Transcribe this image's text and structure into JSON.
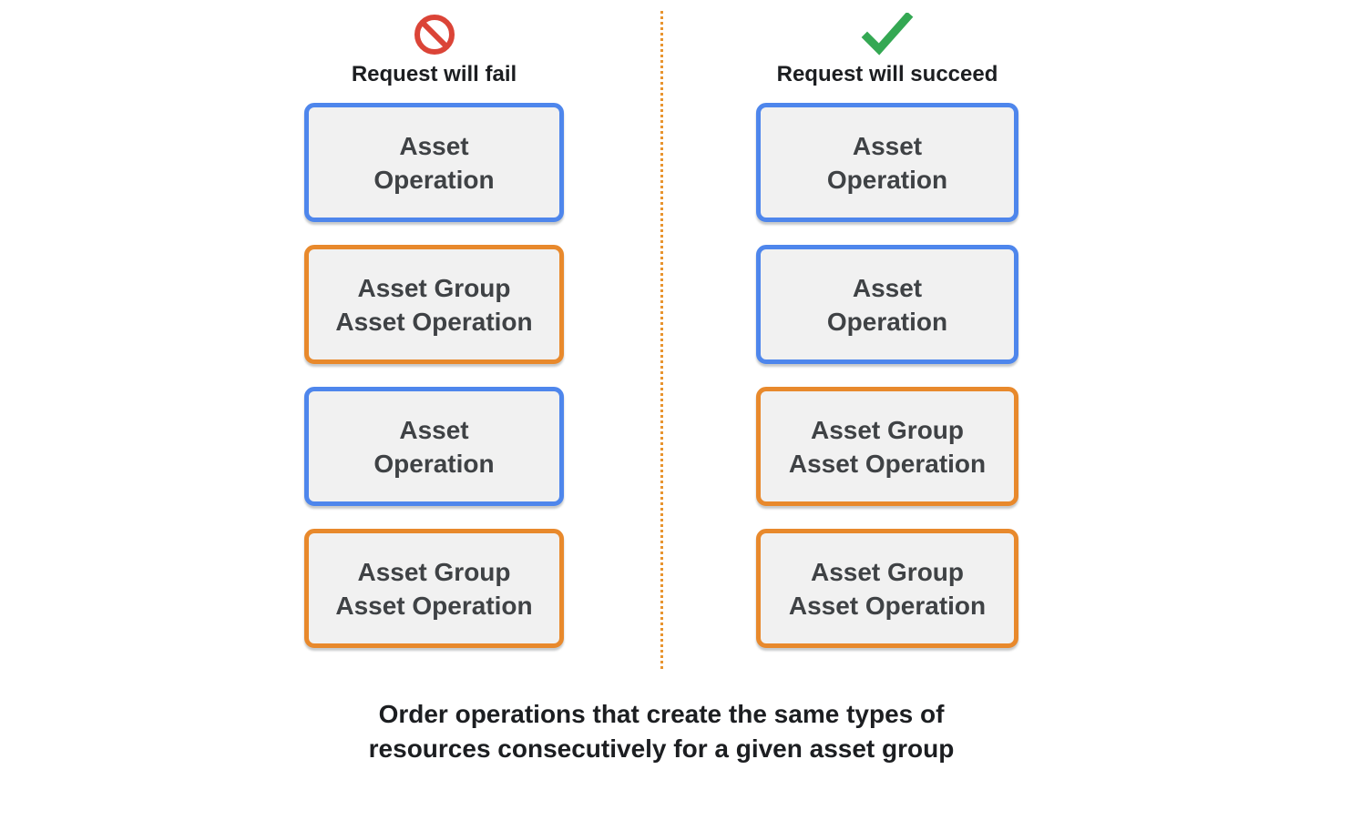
{
  "page": {
    "caption": "Order operations that create the same types of\nresources consecutively for a given asset group"
  },
  "colors": {
    "blue_border": "#4e86ec",
    "orange_border": "#e8892c",
    "box_fill": "#f1f1f1",
    "box_text": "#3f4245",
    "heading_text": "#1c1e21",
    "fail_icon_red": "#db4437",
    "success_icon_green": "#34a853",
    "divider_orange": "#e8942f"
  },
  "columns": [
    {
      "title": "Request will fail",
      "icon": "prohibition-icon",
      "boxes": [
        {
          "label": "Asset\nOperation",
          "type": "asset-operation"
        },
        {
          "label": "Asset Group\nAsset Operation",
          "type": "asset-group-asset-operation"
        },
        {
          "label": "Asset\nOperation",
          "type": "asset-operation"
        },
        {
          "label": "Asset Group\nAsset Operation",
          "type": "asset-group-asset-operation"
        }
      ]
    },
    {
      "title": "Request will succeed",
      "icon": "check-icon",
      "boxes": [
        {
          "label": "Asset\nOperation",
          "type": "asset-operation"
        },
        {
          "label": "Asset\nOperation",
          "type": "asset-operation"
        },
        {
          "label": "Asset Group\nAsset Operation",
          "type": "asset-group-asset-operation"
        },
        {
          "label": "Asset Group\nAsset Operation",
          "type": "asset-group-asset-operation"
        }
      ]
    }
  ]
}
